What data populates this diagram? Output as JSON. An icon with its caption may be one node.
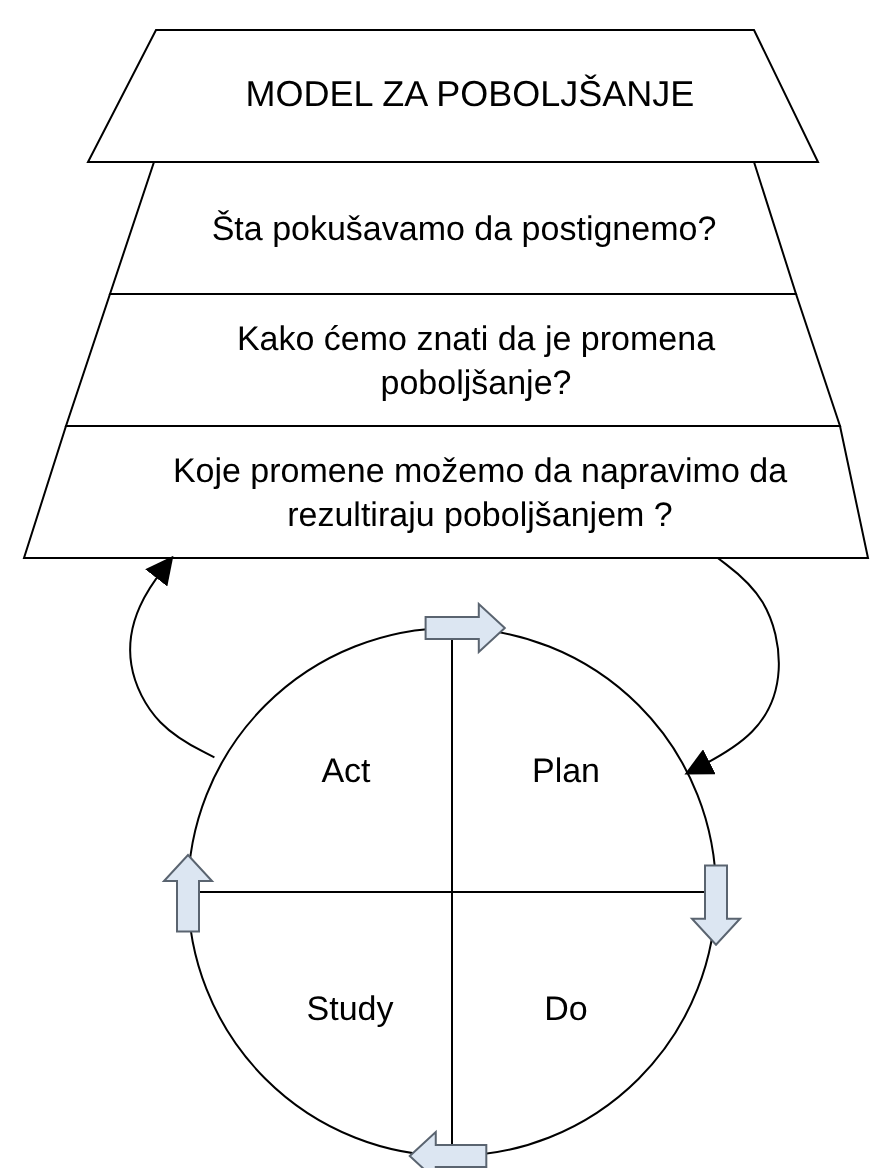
{
  "diagram": {
    "nodes": [
      {
        "text": [
          "MODEL ZA POBOLJŠANJE"
        ]
      },
      {
        "text": [
          "Šta pokušavamo da postignemo?"
        ]
      },
      {
        "text": [
          "Kako ćemo znati da je promena poboljšanje?"
        ]
      },
      {
        "text": [
          "Koje promene možemo da napravimo da rezultiraju poboljšanjem ?"
        ]
      },
      {
        "text": [
          "Act"
        ]
      },
      {
        "text": [
          "Plan"
        ]
      },
      {
        "text": [
          "Study"
        ]
      },
      {
        "text": [
          "Do"
        ]
      }
    ],
    "edges": [
      {
        "from": 4,
        "to": 3,
        "arrow": "to"
      },
      {
        "from": 3,
        "to": 5,
        "arrow": "to"
      },
      {
        "from": 4,
        "to": 5,
        "arrow": "to",
        "style": "thick"
      },
      {
        "from": 5,
        "to": 7,
        "arrow": "to",
        "style": "thick"
      },
      {
        "from": 7,
        "to": 6,
        "arrow": "to",
        "style": "thick"
      },
      {
        "from": 6,
        "to": 4,
        "arrow": "to",
        "style": "thick"
      }
    ]
  }
}
